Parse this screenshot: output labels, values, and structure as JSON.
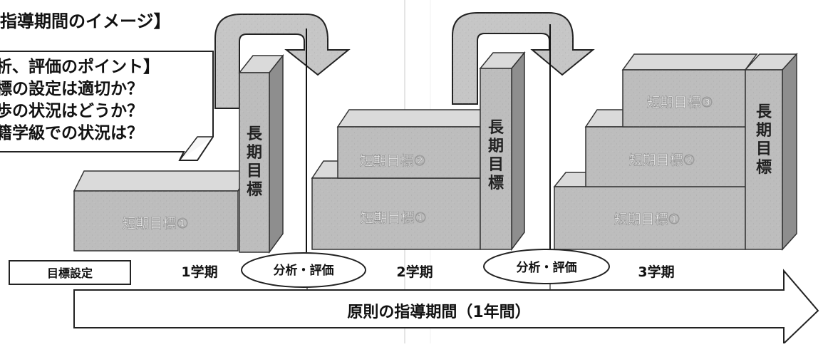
{
  "title": "指導期間のイメージ】",
  "callout": {
    "lines": [
      "析、評価のポイント】",
      "標の設定は適切か？",
      "歩の状況はどうか？",
      "籍学級での状況は？"
    ]
  },
  "blocks": {
    "term1_short1": "短期目標①",
    "term2_short1": "短期目標①",
    "term2_short2": "短期目標②",
    "term3_short1": "短期目標①",
    "term3_short2": "短期目標②",
    "term3_short3": "短期目標③",
    "long_goal": [
      "長",
      "期",
      "目",
      "標"
    ]
  },
  "timeline": {
    "goal_setting": "目標設定",
    "term1": "1学期",
    "term2": "2学期",
    "term3": "3学期",
    "analysis1": "分析・評価",
    "analysis2": "分析・評価",
    "main_arrow": "原則の指導期間（1年間）"
  },
  "colors": {
    "block_front": "#bdbdbd",
    "block_top": "#dadada",
    "block_side": "#8e8e8e",
    "outline": "#222222"
  }
}
